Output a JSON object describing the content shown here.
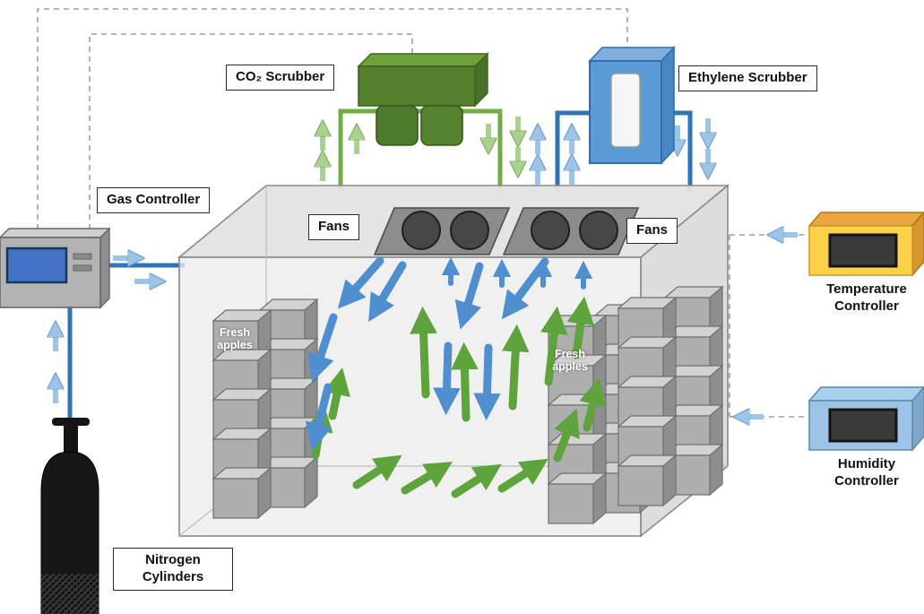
{
  "labels": {
    "co2_scrubber": "CO₂ Scrubber",
    "ethylene_scrubber": "Ethylene Scrubber",
    "gas_controller": "Gas Controller",
    "fans_left": "Fans",
    "fans_right": "Fans",
    "fresh_apples_left": "Fresh\napples",
    "fresh_apples_right": "Fresh\napples",
    "temperature_controller": "Temperature\nController",
    "humidity_controller": "Humidity\nController",
    "nitrogen_cylinders": "Nitrogen\nCylinders"
  },
  "colors": {
    "pipe_blue": "#2e75b6",
    "pipe_green": "#70ad47",
    "airflow_blue": "#4f8fd0",
    "airflow_green": "#5fa33c",
    "flow_arrow_light_blue": "#9dc3e6",
    "flow_arrow_light_green": "#a9d18e",
    "co2_scrubber_green": "#55812f",
    "ethylene_scrubber_blue": "#5b9bd5",
    "temperature_controller_yellow": "#fdd04a",
    "humidity_controller_blue": "#9dc3e6",
    "gas_controller_screen_blue": "#4472c4",
    "chamber_gray": "#ececec",
    "crate_gray": "#aeaeae",
    "control_line_gray": "#9e9e9e"
  }
}
